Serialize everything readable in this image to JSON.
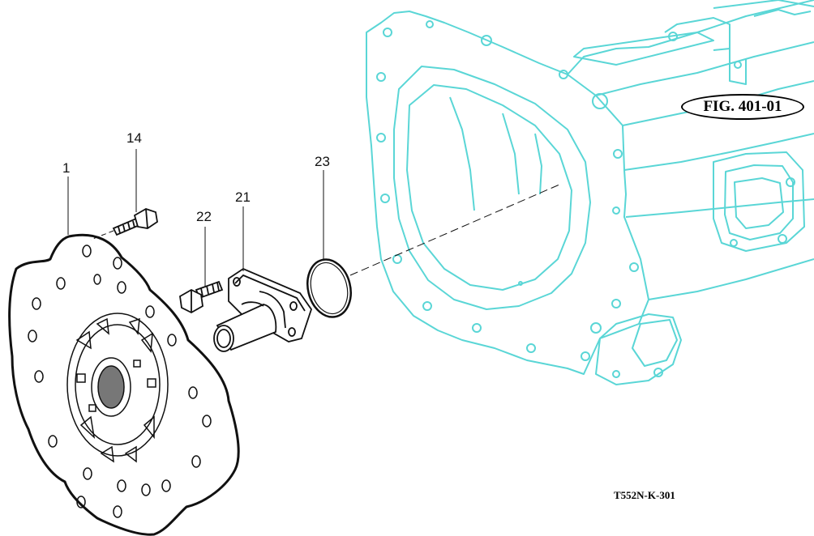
{
  "figure_label": "FIG. 401-01",
  "drawing_number": "T552N-K-301",
  "colors": {
    "housing_line": "#5ad6d6",
    "part_line": "#111111",
    "background": "#ffffff"
  },
  "callouts": [
    {
      "id": "flywheel-plate",
      "number": "1"
    },
    {
      "id": "bolt-14",
      "number": "14"
    },
    {
      "id": "bolt-22",
      "number": "22"
    },
    {
      "id": "bearing-holder",
      "number": "21"
    },
    {
      "id": "o-ring",
      "number": "23"
    }
  ]
}
